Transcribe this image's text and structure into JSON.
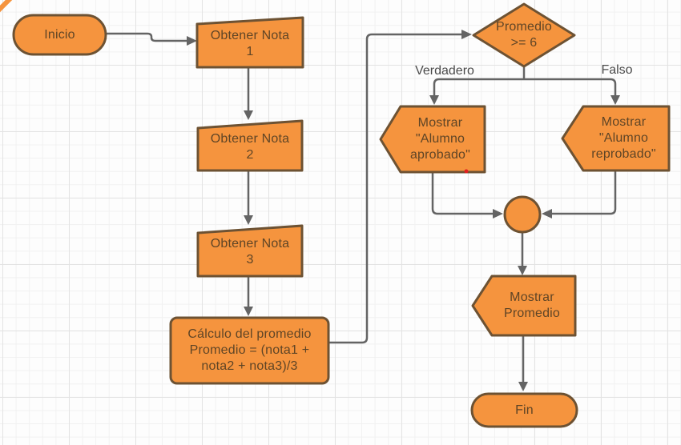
{
  "flowchart": {
    "nodes": {
      "inicio": {
        "type": "terminator",
        "label": "Inicio"
      },
      "nota1": {
        "type": "manual-input",
        "label": "Obtener Nota\n1"
      },
      "nota2": {
        "type": "manual-input",
        "label": "Obtener Nota\n2"
      },
      "nota3": {
        "type": "manual-input",
        "label": "Obtener Nota\n3"
      },
      "calculo": {
        "type": "process",
        "label": "Cálculo del promedio\nPromedio = (nota1 +\nnota2 + nota3)/3"
      },
      "decision": {
        "type": "decision",
        "label": "Promedio\n>= 6"
      },
      "aprobado": {
        "type": "display",
        "label": "Mostrar\n\"Alumno\naprobado\""
      },
      "reprobado": {
        "type": "display",
        "label": "Mostrar\n\"Alumno\nreprobado\""
      },
      "junction": {
        "type": "connector-circle",
        "label": ""
      },
      "mostrar_promedio": {
        "type": "display",
        "label": "Mostrar\nPromedio"
      },
      "fin": {
        "type": "terminator",
        "label": "Fin"
      }
    },
    "branch_labels": {
      "true": "Verdadero",
      "false": "Falso"
    },
    "colors": {
      "background": "#fdfdfd",
      "grid_minor": "#f1f1f1",
      "grid_major": "#e3e3e3",
      "shape_fill": "#f5943e",
      "shape_border": "#6d5233",
      "shape_text": "#5f4526",
      "connector": "#646464",
      "label_text": "#4a4a4a",
      "red_dot": "#e02020"
    }
  }
}
